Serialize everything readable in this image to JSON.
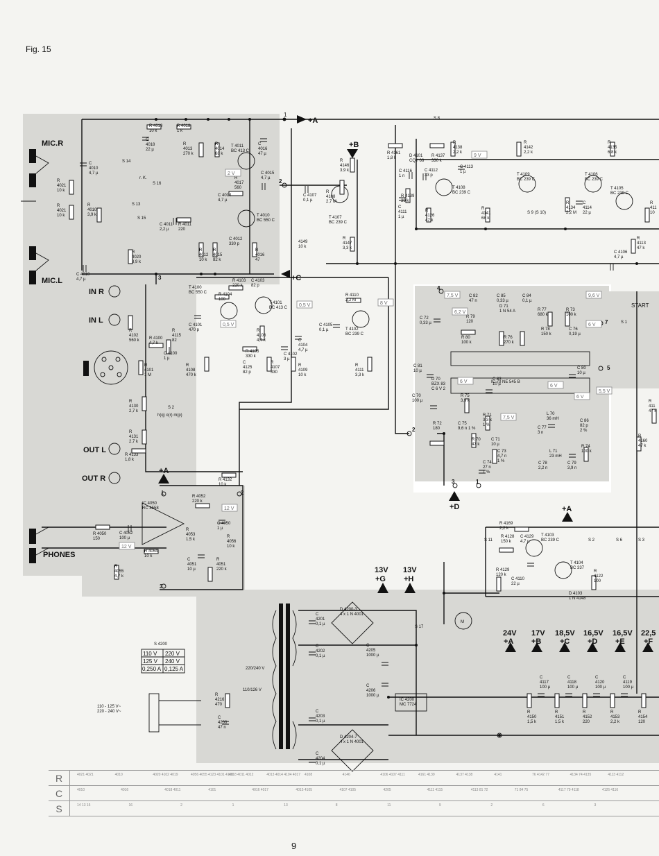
{
  "page": {
    "figure_label": "Fig. 15",
    "page_number": "9"
  },
  "connectors": {
    "mic_r": "MIC.R",
    "mic_l": "MIC.L",
    "in_r": "IN R",
    "in_l": "IN L",
    "out_l": "OUT L",
    "out_r": "OUT R",
    "phones": "PHONES",
    "start": "START"
  },
  "rails": {
    "top_a": "+A",
    "top_a_num": "1",
    "b": "+B",
    "c": "+C",
    "d": "+D",
    "phones_a": "+A",
    "phones_a_num": "1",
    "mid_a": "+A",
    "g": "+G",
    "g_volt": "13V",
    "h": "+H",
    "h_volt": "13V",
    "out_rails": [
      {
        "volt": "24V",
        "name": "+A"
      },
      {
        "volt": "17V",
        "name": "+B"
      },
      {
        "volt": "18,5V",
        "name": "+C"
      },
      {
        "volt": "16,5V",
        "name": "+D"
      },
      {
        "volt": "16,5V",
        "name": "+E"
      },
      {
        "volt": "22,5",
        "name": "+F"
      }
    ]
  },
  "node_numbers": {
    "n2a": "2",
    "n3a": "3",
    "n4": "4",
    "n2b": "2",
    "n3b": "3",
    "n1b": "1",
    "n7": "7",
    "n5": "5",
    "n2c": "2",
    "n3c": "3"
  },
  "components": {
    "r4019": "R 4019\n10 k",
    "r4018": "R 4018\n1 k",
    "c4018": "C\n4018\n22 µ",
    "r4013": "R\n4013\n270 k",
    "r4014": "R\n4014\n68 k",
    "t4011": "T 4011\nBC 413 C",
    "c4016": "C\n4016\n47 µ",
    "r4017": "R\n4017\n560",
    "c4015": "C 4015\n4,7 µ",
    "c4014": "C 4014\n4,7 µ",
    "t4010": "T 4010\nBC 550 C",
    "c4012": "C 4012\n330 p",
    "r4012": "R\n4012\n10 k",
    "r4015": "R\n4015\n82 k",
    "r4016": "R\n4016\n47",
    "c4011": "C 4011\n2,2 µ",
    "r4011": "R 4011\n220",
    "r4010": "R\n4010\n3,9 k",
    "r4020": "R\n4020\n3,9 k",
    "c4010": "C 4010\n4,7 µ",
    "r4021a": "R\n4021\n10 k",
    "r4021b": "R\n4021\n10 k",
    "c4010b": "C\n4010\n4,7 µ",
    "s14": "S 14",
    "s16": "S 16",
    "s13": "S 13",
    "s15": "S 15",
    "rk": "r. K.",
    "r4146": "R\n4146\n3,9 k",
    "r4108": "R\n4108\n2,7 M",
    "c4107": "C 4107\n0,1 µ",
    "t4107": "T 4107\nBC 239 C",
    "r4149": "4149\n10 k",
    "r4147": "R\n4147\n3,3 k",
    "t4100": "T 4100\nBC 550 C",
    "r4103": "R 4103\n220 k",
    "c4103": "C 4103\n82 p",
    "r4104": "R 4104\n100",
    "t4101": "T 4101\nBC 413 C",
    "c4101": "C 4101\n470 p",
    "r4115": "R\n4115\n82",
    "r4100": "R 4100\n4,7 k",
    "c4100": "C 4100\n1 µ",
    "r4102": "R\n4102\n560 k",
    "r4101": "R\n4101\n1 M",
    "r4106": "R\n4106\n4,7 k",
    "r4105": "R 4105\n330 k",
    "c4104": "C\n4104\n4,7 µ",
    "c4102": "C 4102\n3 µ",
    "r4108b": "R\n4108\n470 k",
    "c4125": "C\n4125\n82 p",
    "r4107": "R\n4107\n330",
    "r4109": "R\n4109\n10 k",
    "r4110": "R 4110\n2,2 M",
    "c4105": "C 4105\n0,1 µ",
    "t4102": "T 4102\nBC 239 C",
    "r4111": "R\n4111\n3,3 k",
    "r4130": "R\n4130\n2,7 k",
    "s2": "S 2",
    "s2pos": "h(q)  o(r)  m(p)",
    "r4131": "R\n4131\n2,7 k",
    "r4133": "R 4133\n1,8 k",
    "r4132": "R 4132\n10 k",
    "ic4050": "IC 4050\nRC 4558",
    "r4052": "R 4052\n220 k",
    "c4050": "C 4050\n1 µ",
    "r4056": "R\n4056\n10 k",
    "r4053": "R\n4053\n1,5 k",
    "c4051": "C\n4051\n10 µ",
    "r4051": "R\n4051\n220 k",
    "r4054": "R 4054\n10 k",
    "c4052": "C 4052\n100 µ",
    "r4050": "R 4050\n150",
    "r4055": "R\n4055\n4,7 k",
    "r4161": "R 4161\n1,8 k",
    "d4101": "D 4101\nCQY 66",
    "r4137": "R 4137\n330 k",
    "r4138": "R\n4138\n2,2 k",
    "s8": "S 8",
    "c4116": "C 4116\n1 n",
    "c4112": "C 4112\n33 p",
    "c4113": "C 4113\n1 µ",
    "r4139": "R 4139\n39 k",
    "c4111": "C\n4111\n1 µ",
    "t4108": "T 4108\nBC 239 C",
    "r4126": "R\n4126\n47 k",
    "r4141": "R\n4141\n68 k",
    "r4142": "R\n4142\n2,2 k",
    "t4109": "T 4109\nBC 239 C",
    "s9": "S 9 (S 10)",
    "r4134": "R\n4134\n2,2 M",
    "c4114": "C\n4114\n22 µ",
    "t4106": "T 4106\nBC 239 C",
    "t4105": "T 4105\nBC 239 C",
    "r4135": "R\n4135\n6,8 k",
    "r4113": "R\n4113\n47 k",
    "c4106": "C 4106\n4,7 µ",
    "r411x": "R\n411\n10",
    "ic70": "IC 70 NE 545 B",
    "c72": "C 72\n0,33 µ",
    "c82": "C 82\n47 n",
    "c85": "C 85\n0,33 µ",
    "c84": "C 84\n0,1 µ",
    "r77": "R 77\n680 k",
    "r73": "R 73\n100 k",
    "r79": "R 79\n120",
    "d71": "D 71\n1 N 54 A",
    "r80": "R 80\n100 k",
    "r76": "R 76\n270 k",
    "r78": "R 78\n150 k",
    "c76": "C 76\n0,19 µ",
    "c81": "C 81\n10 µ",
    "d70": "D 70\nBZX 83\nC 6 V 2",
    "c83": "C 83\n10 µ",
    "c80": "C 80\n10 µ",
    "c70": "C 70\n100 µ",
    "r75": "R 75\n3,9 k",
    "r71": "R 71\n3,3 k\n1 %",
    "c75": "C 75\n9,6 n 1 %",
    "r72": "R 72\n180",
    "l70": "L 70\n36 mH",
    "c77": "C 77\n3 n",
    "c86": "C 86\n82 p\n2 %",
    "r70": "R 70\n47 k",
    "c71": "C 71\n10 µ",
    "c73": "C 73\n4,7 n\n1 %",
    "l71": "L 71\n23 mH",
    "r74": "R 74\n100 k",
    "c74": "C 74\n27 n\n1 %",
    "c78": "C 78\n2,2 n",
    "c79": "C 79\n3,9 n",
    "s1": "S 1",
    "r4169": "R 4169\n2,2 k",
    "r4128": "R 4128\n150 k",
    "c4129": "C 4129\n4,7 µ",
    "t4103": "T 4103\nBC 239 C",
    "t4104": "T 4104\nBC 337",
    "r4129": "R 4129\n120 k",
    "c4110": "C 4110\n22 µ",
    "r4122": "R\n4122\n100",
    "d4103": "D 4103\n1 N 4148",
    "s11": "S 11",
    "s2b": "S 2",
    "s6": "S 6",
    "s3": "S 3",
    "r4160": "R\n4160\n47 k",
    "r411y": "R\n411\n47 k",
    "s4200": "S 4200",
    "mains_input": "110 - 125 V~\n220 - 240 V~",
    "sel_220": "220/240 V",
    "sel_110": "110/126 V",
    "r4216": "R\n4216\n470",
    "c4200": "C\n4200\n47 n",
    "c4201": "C\n4201\n0,1 µ",
    "c4202": "C\n4202\n0,1 µ",
    "c4203": "C\n4203\n0,1 µ",
    "c4204": "C\n4204\n0,1 µ",
    "d4200": "D 4200-3\n4 x 1 N 4001",
    "d4204": "D 4204-7\n4 x 1 N 4001",
    "c4205": "C\n4205\n1000 µ",
    "c4206": "C\n4206\n1000 µ",
    "ic4200": "IC 4200\nMC 7724",
    "s17": "S 17",
    "motor": "M",
    "r4150": "R\n4150\n1,5 k",
    "c4117": "C\n4117\n100 µ",
    "r4151": "R\n4151\n1,5 k",
    "c4118": "C\n4118\n100 µ",
    "r4152": "R\n4152\n220",
    "c4120": "C\n4120\n100 µ",
    "r4153": "R\n4153\n2,2 k",
    "c4119": "C\n4119\n100 µ",
    "r4154": "R\n4154\n120"
  },
  "voltage_table": {
    "headers": [
      "110 V",
      "220 V",
      "125 V",
      "240 V",
      "0,250 A",
      "0,125 A"
    ]
  },
  "voltage_tags": [
    "2 V",
    "9 V",
    "0,5 V",
    "0,5 V",
    "8 V",
    "7,5 V",
    "6,2 V",
    "9,6 V",
    "6 V",
    "6 V",
    "6 V",
    "6 V",
    "7,5 V",
    "5,5 V",
    "12 V",
    "12 V"
  ],
  "legend": {
    "rows": [
      {
        "key": "R",
        "cells": [
          "4021 4021",
          "4010",
          "4020 4102 4019",
          "4056 4055 4123 4101 4100",
          "4018 4011 4012",
          "4013 4014 4104 4017",
          "4108",
          "4146",
          "4106 4107 4111",
          "4161 4139",
          "4137 4138",
          "4141",
          "76 4142 77",
          "4134 74 4135",
          "4113 4112"
        ]
      },
      {
        "key": "C",
        "cells": [
          "4010",
          "4016",
          "4018 4011",
          "4101",
          "4016 4017",
          "4015 4105",
          "4107 4105",
          "4205",
          "4111 4115",
          "4113 81 72",
          "71 84 75",
          "4117 79 4118",
          "4126 4116"
        ]
      },
      {
        "key": "S",
        "cells": [
          "14 13 15",
          "16",
          "2",
          "1",
          "13",
          "8",
          "11",
          "9",
          "2",
          "6",
          "3"
        ]
      }
    ]
  }
}
